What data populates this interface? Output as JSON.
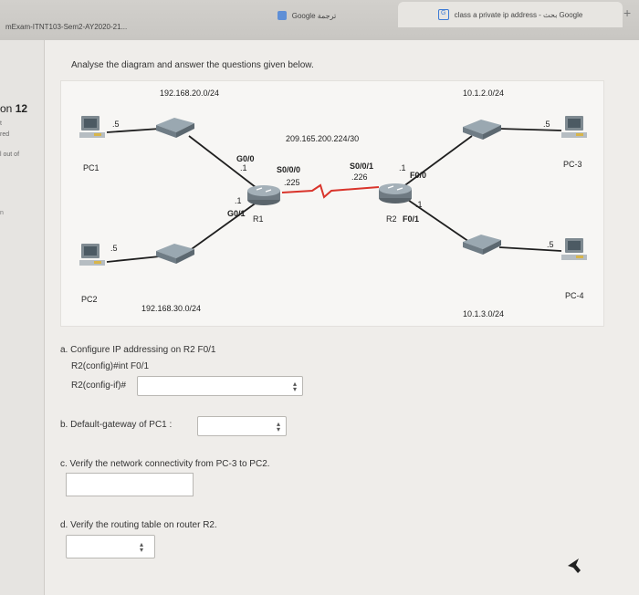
{
  "browser": {
    "tabs": [
      {
        "label": "mExam-ITNT103-Sem2-AY2020-21..."
      },
      {
        "label": "Google ترجمة"
      },
      {
        "label": "class a private ip address - بحث Google"
      }
    ],
    "new_tab": "+"
  },
  "left_panel": {
    "question_prefix": "on",
    "question_number": "12",
    "status_1": "t",
    "status_2": "red",
    "status_3": "l out of",
    "status_4": "n"
  },
  "question": {
    "prompt": "Analyse the diagram and answer the questions given below."
  },
  "diagram": {
    "net_left_top": "192.168.20.0/24",
    "net_right_top": "10.1.2.0/24",
    "net_left_bottom": "192.168.30.0/24",
    "net_right_bottom": "10.1.3.0/24",
    "wan_net": "209.165.200.224/30",
    "pc1": "PC1",
    "pc2": "PC2",
    "pc3": "PC-3",
    "pc4": "PC-4",
    "pc1_host": ".5",
    "pc2_host": ".5",
    "pc3_host": ".5",
    "pc4_host": ".5",
    "r1": "R1",
    "r2": "R2",
    "r1_g00": "G0/0",
    "r1_g00_ip": ".1",
    "r1_g01": "G0/1",
    "r1_g01_ip": ".1",
    "r1_s000": "S0/0/0",
    "r1_s000_ip": ".225",
    "r2_s001": "S0/0/1",
    "r2_s001_ip": ".226",
    "r2_f00": "F0/0",
    "r2_f00_ip": ".1",
    "r2_f01": "F0/1",
    "r2_f01_ip": ".1"
  },
  "parts": {
    "a_title": "a. Configure IP addressing on  R2 F0/1",
    "a_line1": "R2(config)#int F0/1",
    "a_line2": "R2(config-if)#",
    "b_title": "b. Default-gateway of PC1 :",
    "c_title": "c. Verify the network connectivity from PC-3 to PC2.",
    "d_title": "d. Verify the routing table on router R2."
  },
  "colors": {
    "router": "#6f7a82",
    "switch": "#7e8c95",
    "wan_link": "#d9342b",
    "cable": "#1f1f1f"
  }
}
